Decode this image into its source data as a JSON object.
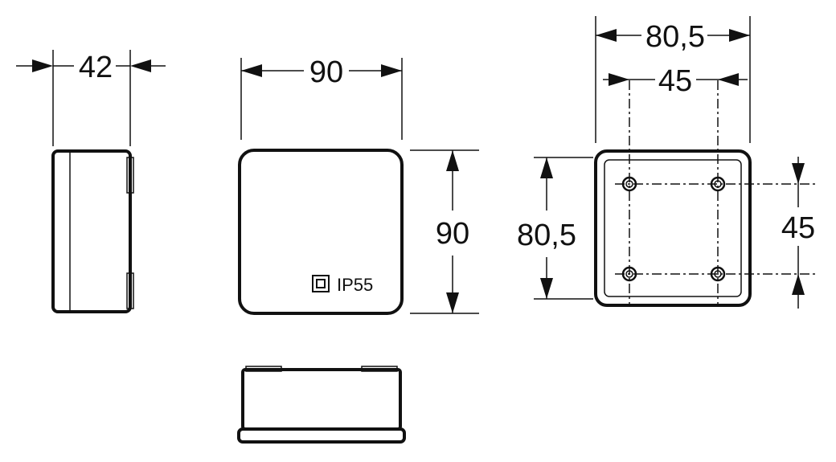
{
  "dimensions": {
    "side_depth": "42",
    "front_width": "90",
    "front_height": "90",
    "back_outer_width": "80,5",
    "back_inner_width": "45",
    "back_outer_height": "80,5",
    "back_inner_height": "45"
  },
  "label": {
    "rating": "IP55"
  },
  "colors": {
    "line": "#111111",
    "background": "#ffffff"
  }
}
